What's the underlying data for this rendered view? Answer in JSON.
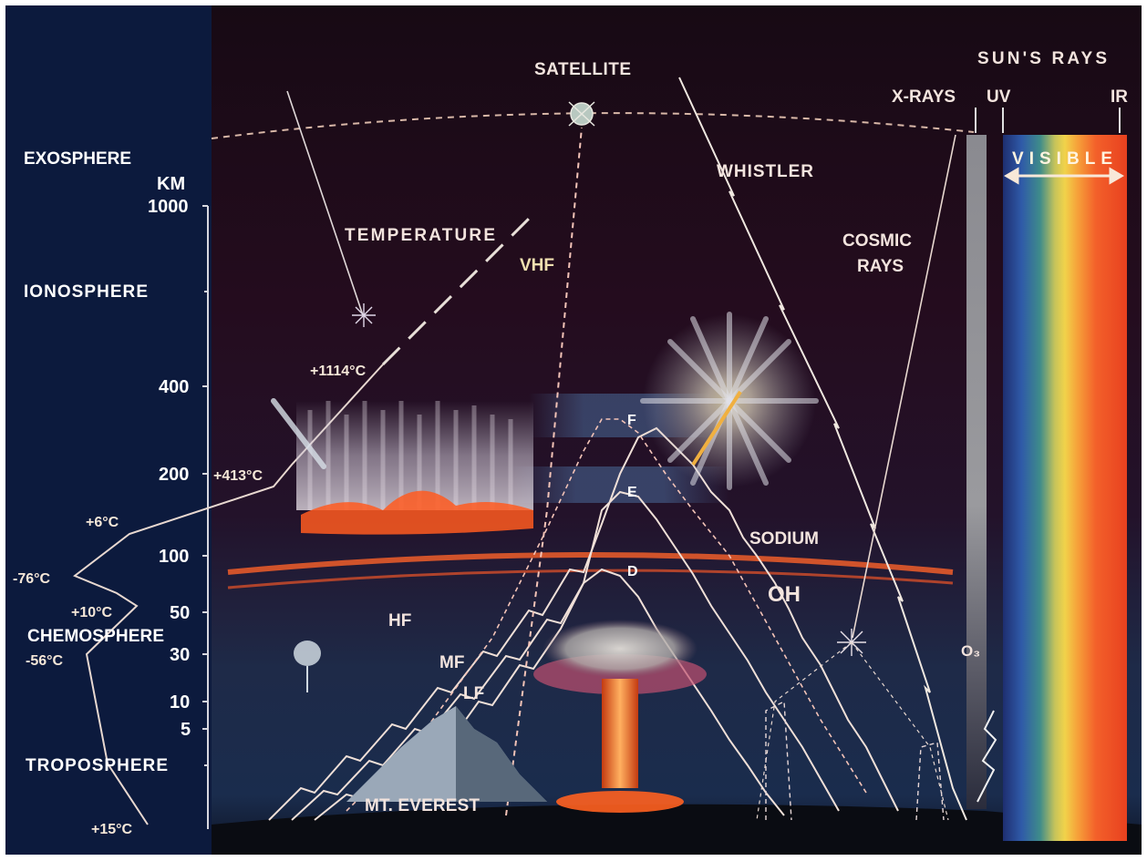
{
  "regions": {
    "exosphere": "EXOSPHERE",
    "ionosphere": "IONOSPHERE",
    "chemosphere": "CHEMOSPHERE",
    "troposphere": "TROPOSPHERE"
  },
  "altitude_axis": {
    "unit": "KM",
    "ticks": [
      "1000",
      "400",
      "200",
      "100",
      "50",
      "30",
      "10",
      "5"
    ]
  },
  "temperatures": {
    "t_surface": "+15°C",
    "t_tropopause": "-56°C",
    "t_stratopause": "+10°C",
    "t_mesopause": "-76°C",
    "t_lower_thermo": "+6°C",
    "t_200km": "+413°C",
    "t_high": "+1114°C"
  },
  "labels": {
    "temperature": "TEMPERATURE",
    "satellite": "SATELLITE",
    "vhf": "VHF",
    "whistler": "WHISTLER",
    "cosmic_rays_line1": "COSMIC",
    "cosmic_rays_line2": "RAYS",
    "sodium": "SODIUM",
    "oh": "OH",
    "ozone": "O₃",
    "hf": "HF",
    "mf": "MF",
    "lf": "LF",
    "everest": "MT. EVEREST",
    "layer_f": "F",
    "layer_e": "E",
    "layer_d": "D"
  },
  "sun": {
    "title": "SUN'S RAYS",
    "xrays": "X-RAYS",
    "uv": "UV",
    "ir": "IR",
    "visible": "VISIBLE"
  },
  "colors": {
    "side_panel": "#0c1a3d",
    "sky_top": "#1a0f1a",
    "sky_mid": "#2a0f22",
    "sky_low": "#1c2b4a",
    "aurora_red": "#ff4a1a",
    "sodium_layer": "#e85a2a",
    "line_white": "#f3ece4",
    "line_pink": "#f5b8b0"
  }
}
